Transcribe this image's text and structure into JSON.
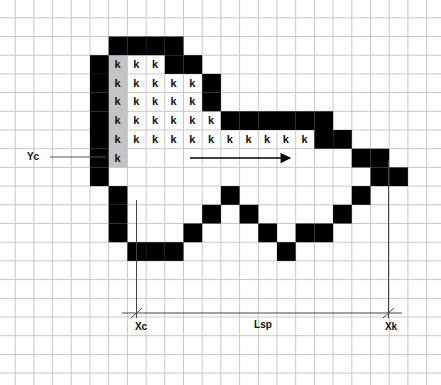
{
  "diagram": {
    "labels": [
      "k",
      "k",
      "k",
      "k",
      "k",
      "k",
      "k",
      "k",
      "k",
      "k",
      "k",
      "k",
      "k",
      "k",
      "k",
      "k",
      "k",
      "k",
      "k",
      "k",
      "k",
      "k",
      "k",
      "k",
      "k",
      "k",
      "k",
      "k",
      "k",
      "k",
      "Yc",
      "k",
      "Xc",
      "Lsp",
      "Xk"
    ]
  }
}
